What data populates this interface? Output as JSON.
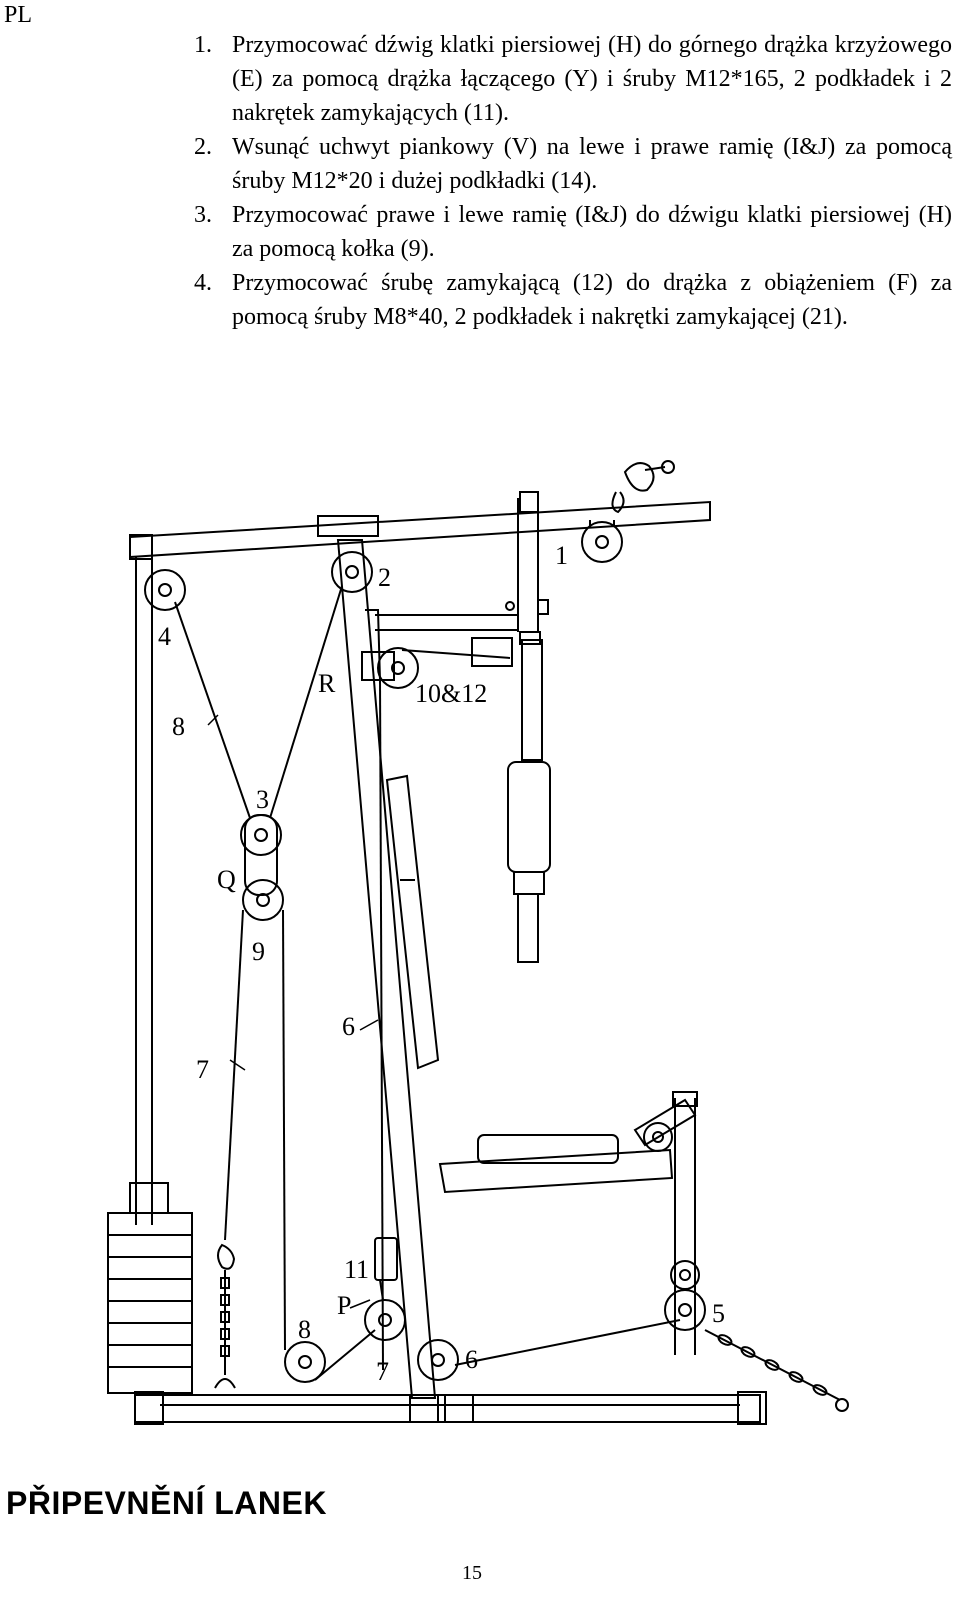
{
  "header": {
    "lang": "PL"
  },
  "instructions": [
    {
      "num": "1.",
      "text": "Przymocować dźwig klatki piersiowej (H) do górnego drążka krzyżowego (E) za pomocą drążka łączącego (Y) i śruby M12*165, 2 podkładek i 2 nakrętek zamykających (11)."
    },
    {
      "num": "2.",
      "text": "Wsunąć uchwyt piankowy (V) na lewe i prawe ramię (I&J) za pomocą śruby M12*20 i dużej podkładki (14)."
    },
    {
      "num": "3.",
      "text": "Przymocować prawe i lewe ramię (I&J) do dźwigu klatki piersiowej (H) za pomocą kołka (9)."
    },
    {
      "num": "4.",
      "text": "Przymocować śrubę zamykającą (12) do drążka z obiążeniem (F) za pomocą śruby M8*40, 2 podkładek i nakrętki zamykającej (21)."
    }
  ],
  "diagram": {
    "labels": {
      "l1": "1",
      "l2": "2",
      "l3": "3",
      "l4": "4",
      "l5": "5",
      "l6a": "6",
      "l6b": "6",
      "l7a": "7",
      "l7b": "7",
      "l8a": "8",
      "l8b": "8",
      "l9": "9",
      "l11": "11",
      "l1012": "10&12",
      "lR": "R",
      "lQ": "Q",
      "lP": "P"
    }
  },
  "footer": {
    "section_title": "PŘIPEVNĚNÍ LANEK",
    "page_number": "15"
  }
}
